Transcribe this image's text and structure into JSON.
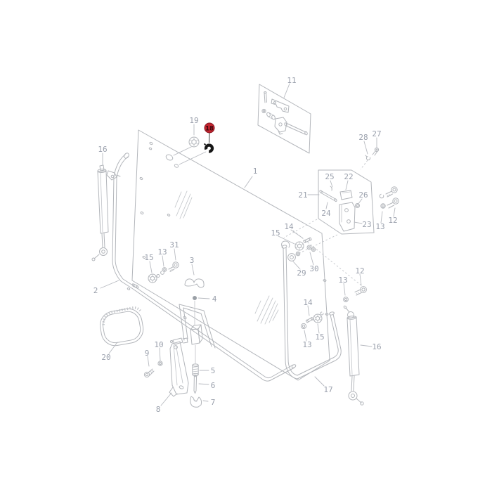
{
  "diagram": {
    "type": "exploded-parts-diagram",
    "subject": "cab window glass and frame assembly with gas struts, hinges, latch and mirror",
    "background_color": "#ffffff",
    "line_color": "#b3b6bb",
    "label_color": "#9aa0ac",
    "highlight": {
      "badge_text": "18",
      "badge_fill": "#c2242e",
      "badge_border": "#891722",
      "badge_text_color": "#3f070d",
      "highlighted_part_color": "#171717"
    },
    "callouts": {
      "c1": "1",
      "c2": "2",
      "c3": "3",
      "c4": "4",
      "c5": "5",
      "c6": "6",
      "c7": "7",
      "c8": "8",
      "c9": "9",
      "c10": "10",
      "c11": "11",
      "c12a": "12",
      "c12b": "12",
      "c13a": "13",
      "c13b": "13",
      "c13c": "13",
      "c13d": "13",
      "c14a": "14",
      "c14b": "14",
      "c15a": "15",
      "c15b": "15",
      "c15c": "15",
      "c16a": "16",
      "c16b": "16",
      "c17": "17",
      "c19": "19",
      "c20": "20",
      "c21": "21",
      "c22": "22",
      "c23": "23",
      "c24": "24",
      "c25": "25",
      "c26": "26",
      "c27": "27",
      "c28": "28",
      "c29": "29",
      "c30": "30",
      "c31": "31"
    }
  }
}
